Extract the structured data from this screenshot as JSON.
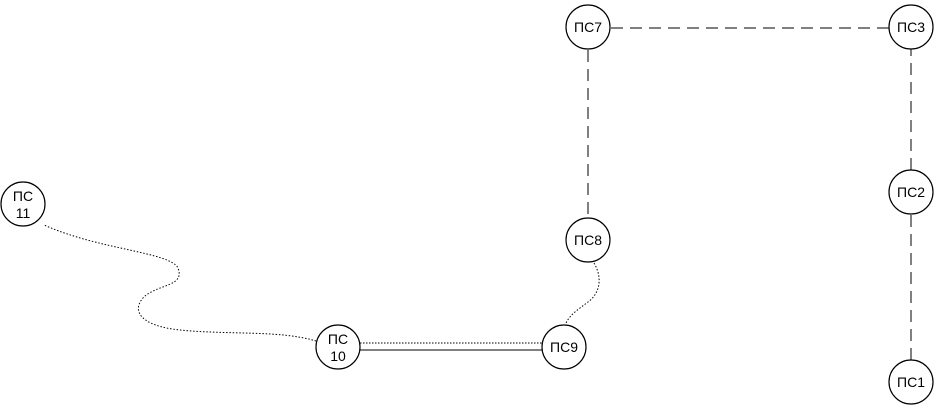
{
  "diagram": {
    "nodes": [
      {
        "id": "ps1",
        "lines": [
          "ПС1"
        ]
      },
      {
        "id": "ps2",
        "lines": [
          "ПС2"
        ]
      },
      {
        "id": "ps3",
        "lines": [
          "ПС3"
        ]
      },
      {
        "id": "ps7",
        "lines": [
          "ПС7"
        ]
      },
      {
        "id": "ps8",
        "lines": [
          "ПС8"
        ]
      },
      {
        "id": "ps9",
        "lines": [
          "ПС9"
        ]
      },
      {
        "id": "ps10",
        "lines": [
          "ПС",
          "10"
        ]
      },
      {
        "id": "ps11",
        "lines": [
          "ПС",
          "11"
        ]
      }
    ],
    "edges": [
      {
        "from": "ps1",
        "to": "ps2",
        "style": "dashed"
      },
      {
        "from": "ps2",
        "to": "ps3",
        "style": "dashed"
      },
      {
        "from": "ps3",
        "to": "ps7",
        "style": "dashed"
      },
      {
        "from": "ps7",
        "to": "ps8",
        "style": "dashed"
      },
      {
        "from": "ps8",
        "to": "ps9",
        "style": "dotted"
      },
      {
        "from": "ps9",
        "to": "ps10",
        "style": "double"
      },
      {
        "from": "ps10",
        "to": "ps11",
        "style": "dotted"
      }
    ]
  }
}
